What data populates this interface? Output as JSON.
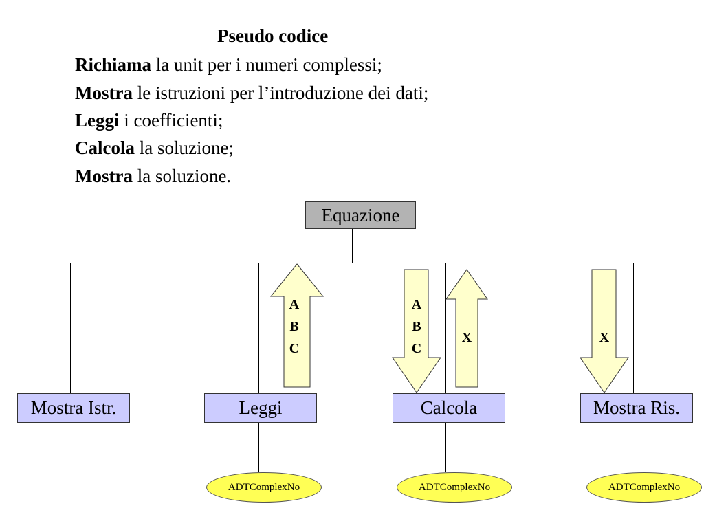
{
  "pseudo": {
    "title": "Pseudo codice",
    "lines": [
      {
        "keyword": "Richiama",
        "rest": " la unit per i numeri complessi;"
      },
      {
        "keyword": "Mostra",
        "rest": " le istruzioni per l’introduzione dei dati;"
      },
      {
        "keyword": "Leggi",
        "rest": " i coefficienti;"
      },
      {
        "keyword": "Calcola",
        "rest": " la soluzione;"
      },
      {
        "keyword": "Mostra",
        "rest": " la soluzione."
      }
    ]
  },
  "diagram": {
    "root": "Equazione",
    "modules": [
      "Mostra Istr.",
      "Leggi",
      "Calcola",
      "Mostra Ris."
    ],
    "units": [
      "ADTComplexNo",
      "ADTComplexNo",
      "ADTComplexNo"
    ],
    "arrows": [
      {
        "direction": "up",
        "labels": [
          "A",
          "B",
          "C"
        ]
      },
      {
        "direction": "down",
        "labels": [
          "A",
          "B",
          "C"
        ]
      },
      {
        "direction": "up",
        "labels": [
          "X"
        ]
      },
      {
        "direction": "down",
        "labels": [
          "X"
        ]
      }
    ],
    "colors": {
      "root_fill": "#b3b3b3",
      "module_fill": "#ccccff",
      "unit_fill": "#ffff55",
      "arrow_fill": "#ffffcc"
    }
  }
}
